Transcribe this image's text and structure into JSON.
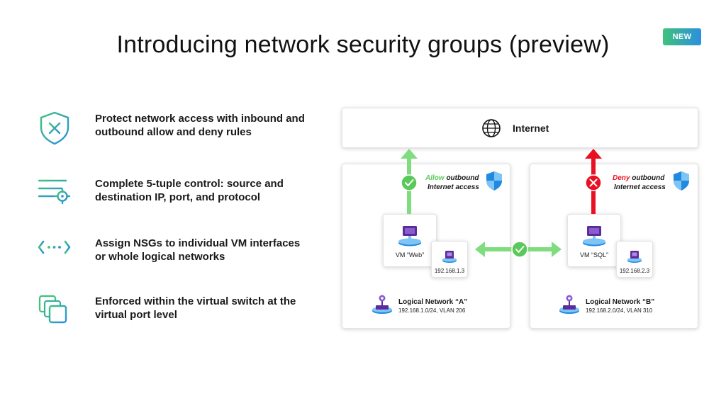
{
  "slide": {
    "title": "Introducing network security groups (preview)",
    "badge": "NEW"
  },
  "features": [
    {
      "icon": "shield-x-icon",
      "text": "Protect network access with inbound and outbound allow and deny rules"
    },
    {
      "icon": "list-target-icon",
      "text": "Complete 5-tuple control: source and destination IP, port, and protocol"
    },
    {
      "icon": "code-arrows-icon",
      "text": "Assign NSGs to individual VM interfaces or whole logical networks"
    },
    {
      "icon": "stacked-windows-icon",
      "text": "Enforced within the virtual switch at the virtual port level"
    }
  ],
  "diagram": {
    "internet": {
      "label": "Internet",
      "icon": "globe-icon"
    },
    "network_a": {
      "access_word": "Allow",
      "access_rest": "outbound",
      "access_line2": "Internet access",
      "vm_label": "VM “Web”",
      "ip": "192.168.1.3",
      "title": "Logical Network “A”",
      "subnet": "192.168.1.0/24, VLAN 206",
      "status_color": "#5ac85a"
    },
    "network_b": {
      "access_word": "Deny",
      "access_rest": "outbound",
      "access_line2": "Internet access",
      "vm_label": "VM “SQL”",
      "ip": "192.168.2.3",
      "title": "Logical Network “B”",
      "subnet": "192.168.2.0/24, VLAN 310",
      "status_color": "#e81123"
    },
    "colors": {
      "allow": "#5ac85a",
      "deny": "#e81123",
      "shield": "#1f8ae0",
      "vm": "#5a2d9b"
    }
  }
}
